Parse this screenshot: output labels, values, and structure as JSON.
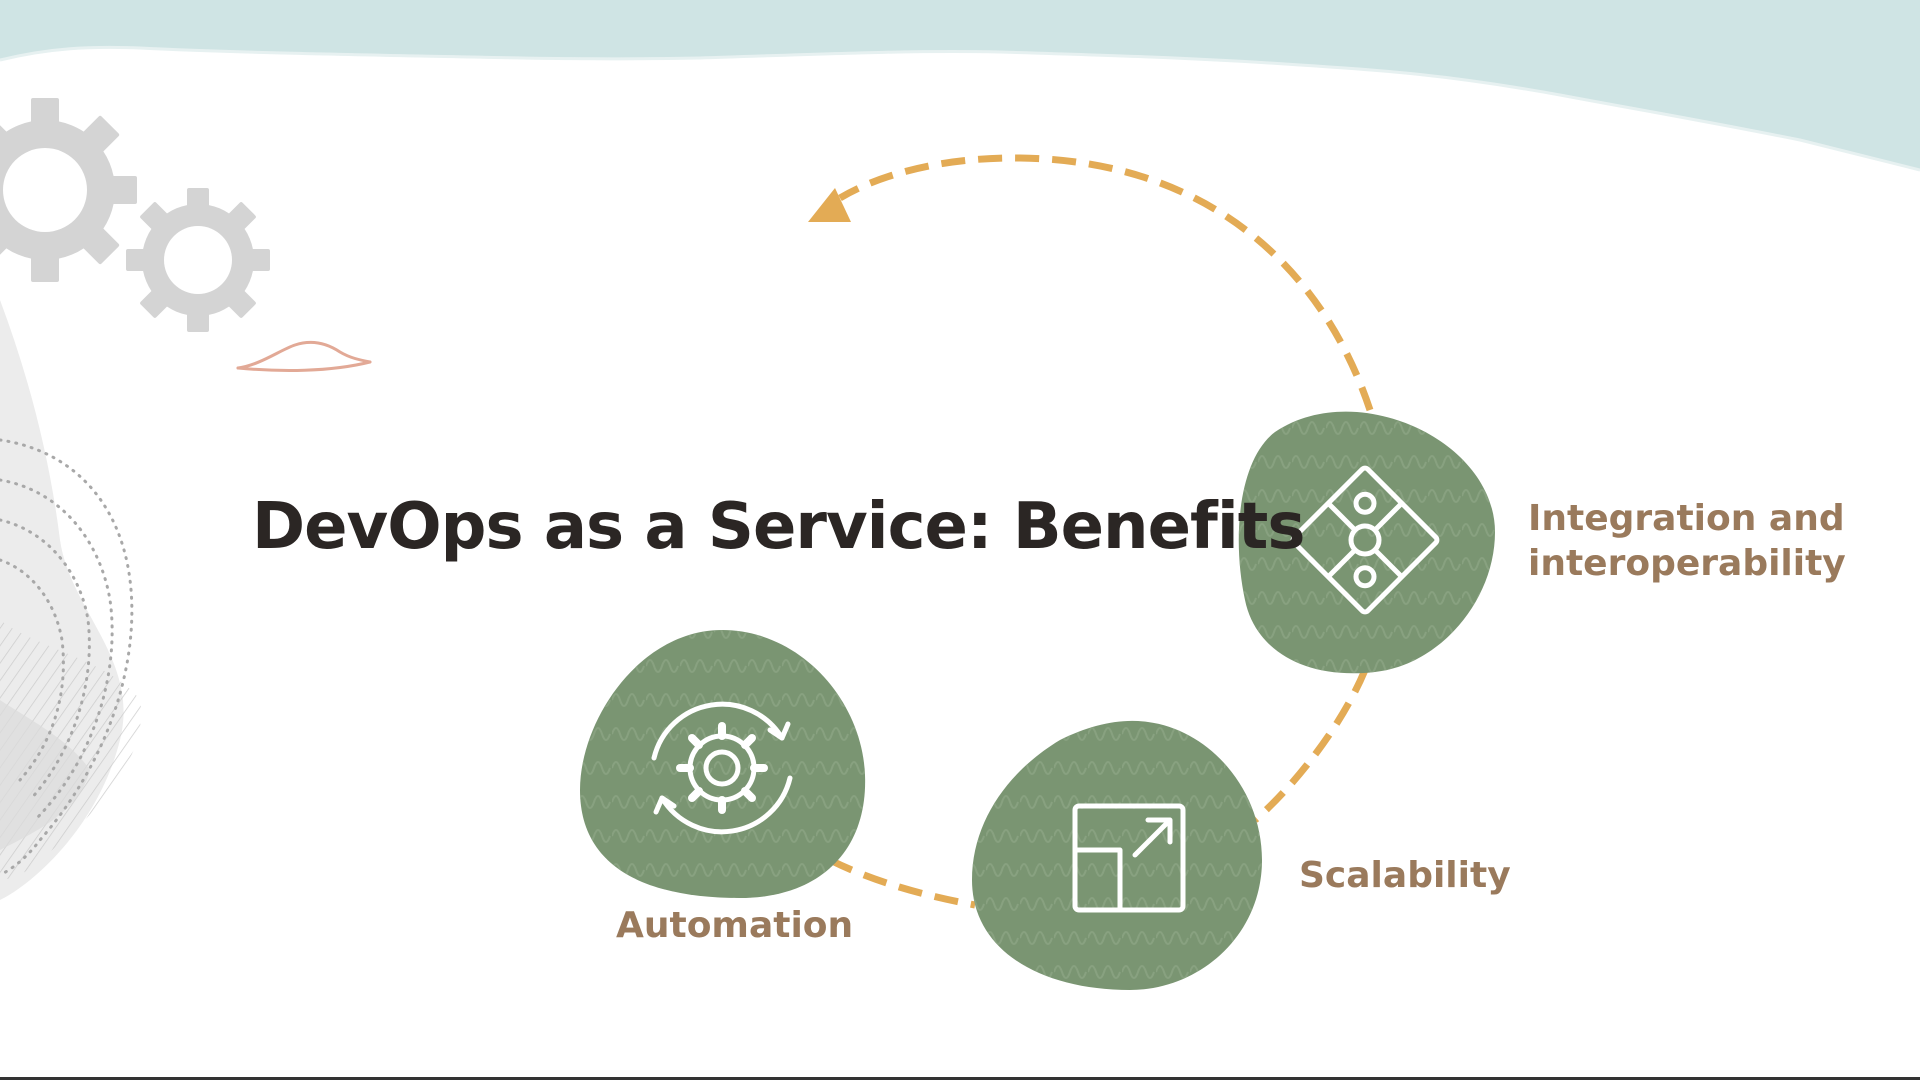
{
  "slide": {
    "title": "DevOps as a Service: Benefits"
  },
  "benefits": [
    {
      "label_line1": "Integration and",
      "label_line2": "interoperability",
      "icon": "puzzle-icon"
    },
    {
      "label": "Scalability",
      "icon": "expand-arrow-icon"
    },
    {
      "label": "Automation",
      "icon": "gear-cycle-icon"
    }
  ],
  "decorations": {
    "gears_icon": "gears-icon",
    "cycle_arrow": "dashed-cycle-arrow"
  },
  "colors": {
    "title": "#2b2624",
    "label": "#9a7a5c",
    "blob_fill": "#7a9572",
    "arrow": "#e3ab55",
    "header_wash": "#cfe4e4",
    "gear": "#d4d4d4",
    "hill_outline": "#e2a996"
  }
}
